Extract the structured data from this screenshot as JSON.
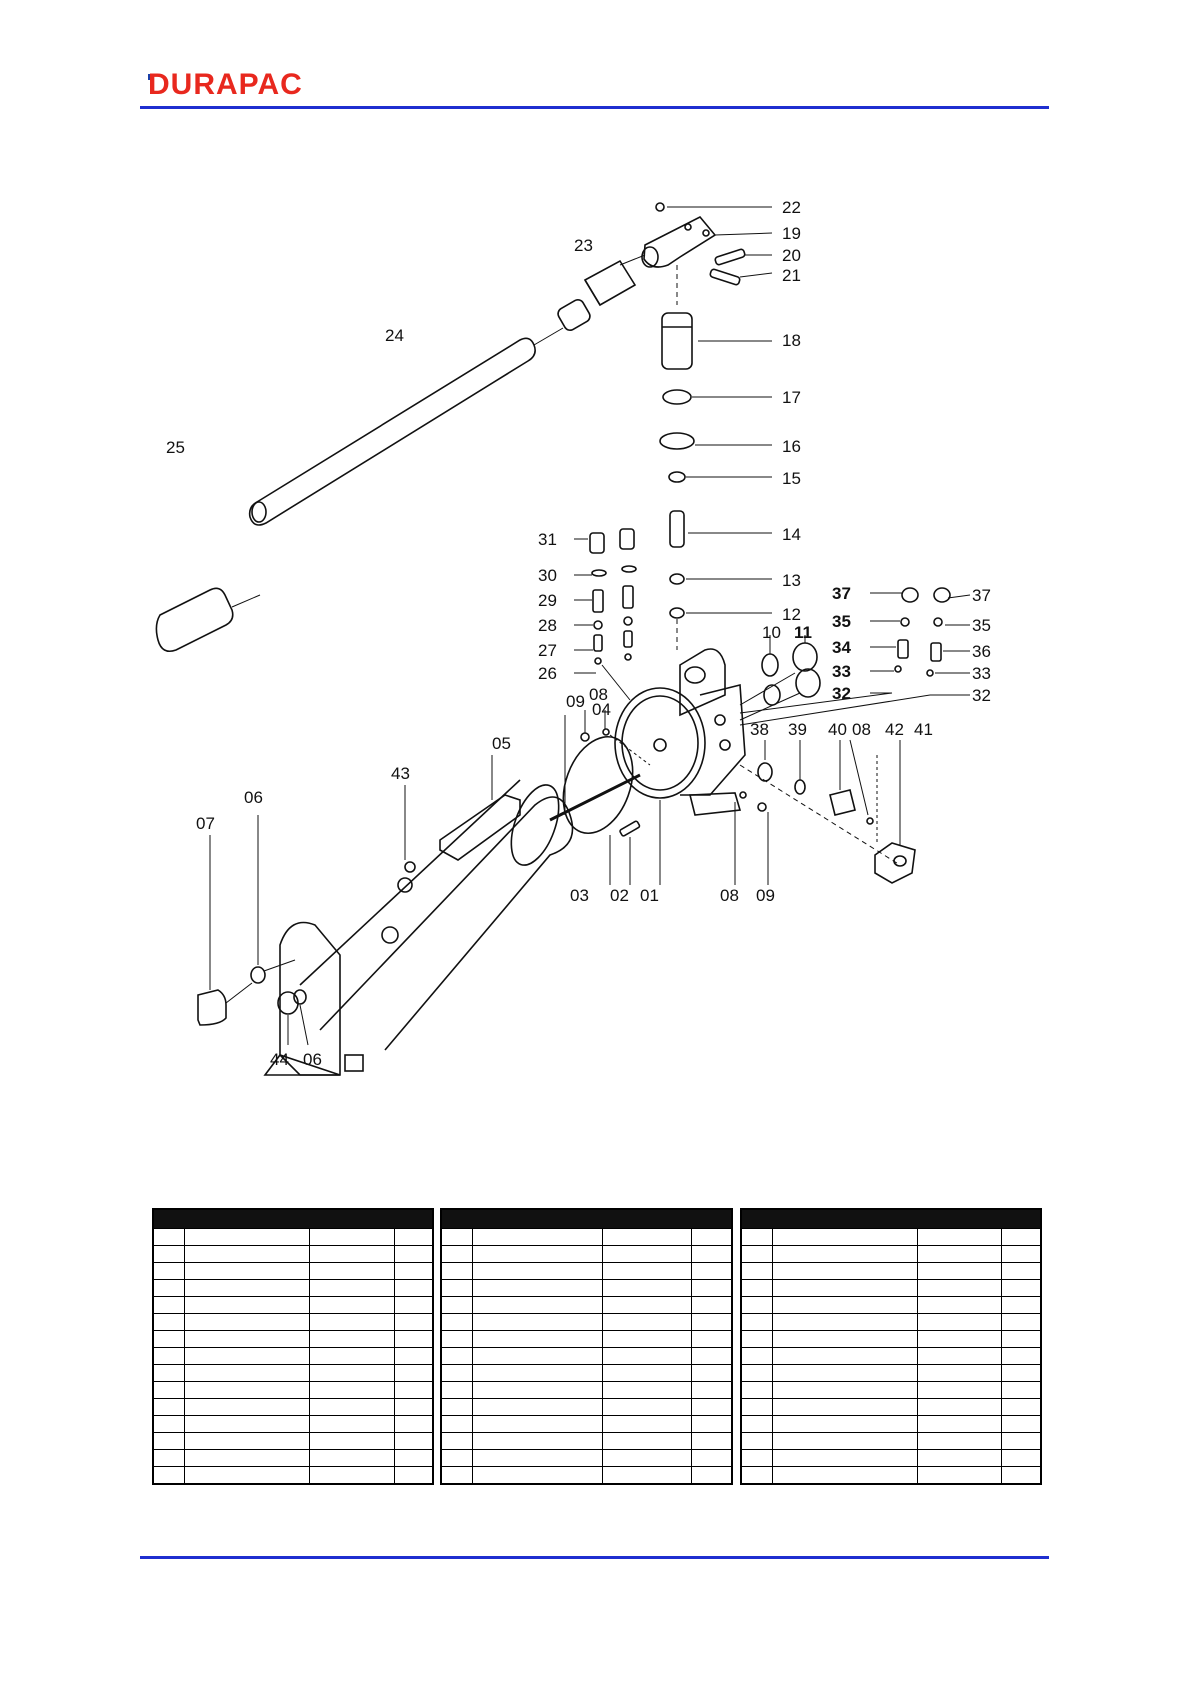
{
  "header": {
    "logo_text": "DURAPAC"
  },
  "diagram": {
    "callouts": [
      "01",
      "02",
      "03",
      "04",
      "05",
      "06",
      "07",
      "08",
      "09",
      "10",
      "11",
      "12",
      "13",
      "14",
      "15",
      "16",
      "17",
      "18",
      "19",
      "20",
      "21",
      "22",
      "23",
      "24",
      "25",
      "26",
      "27",
      "28",
      "29",
      "30",
      "31",
      "32",
      "33",
      "34",
      "35",
      "36",
      "37",
      "38",
      "39",
      "40",
      "41",
      "42",
      "43",
      "44"
    ]
  },
  "parts_tables": [
    {
      "name": "parts-table-1",
      "columns": [
        "",
        "",
        "",
        ""
      ],
      "rows": 15
    },
    {
      "name": "parts-table-2",
      "columns": [
        "",
        "",
        "",
        ""
      ],
      "rows": 15
    },
    {
      "name": "parts-table-3",
      "columns": [
        "",
        "",
        "",
        ""
      ],
      "rows": 15
    }
  ]
}
